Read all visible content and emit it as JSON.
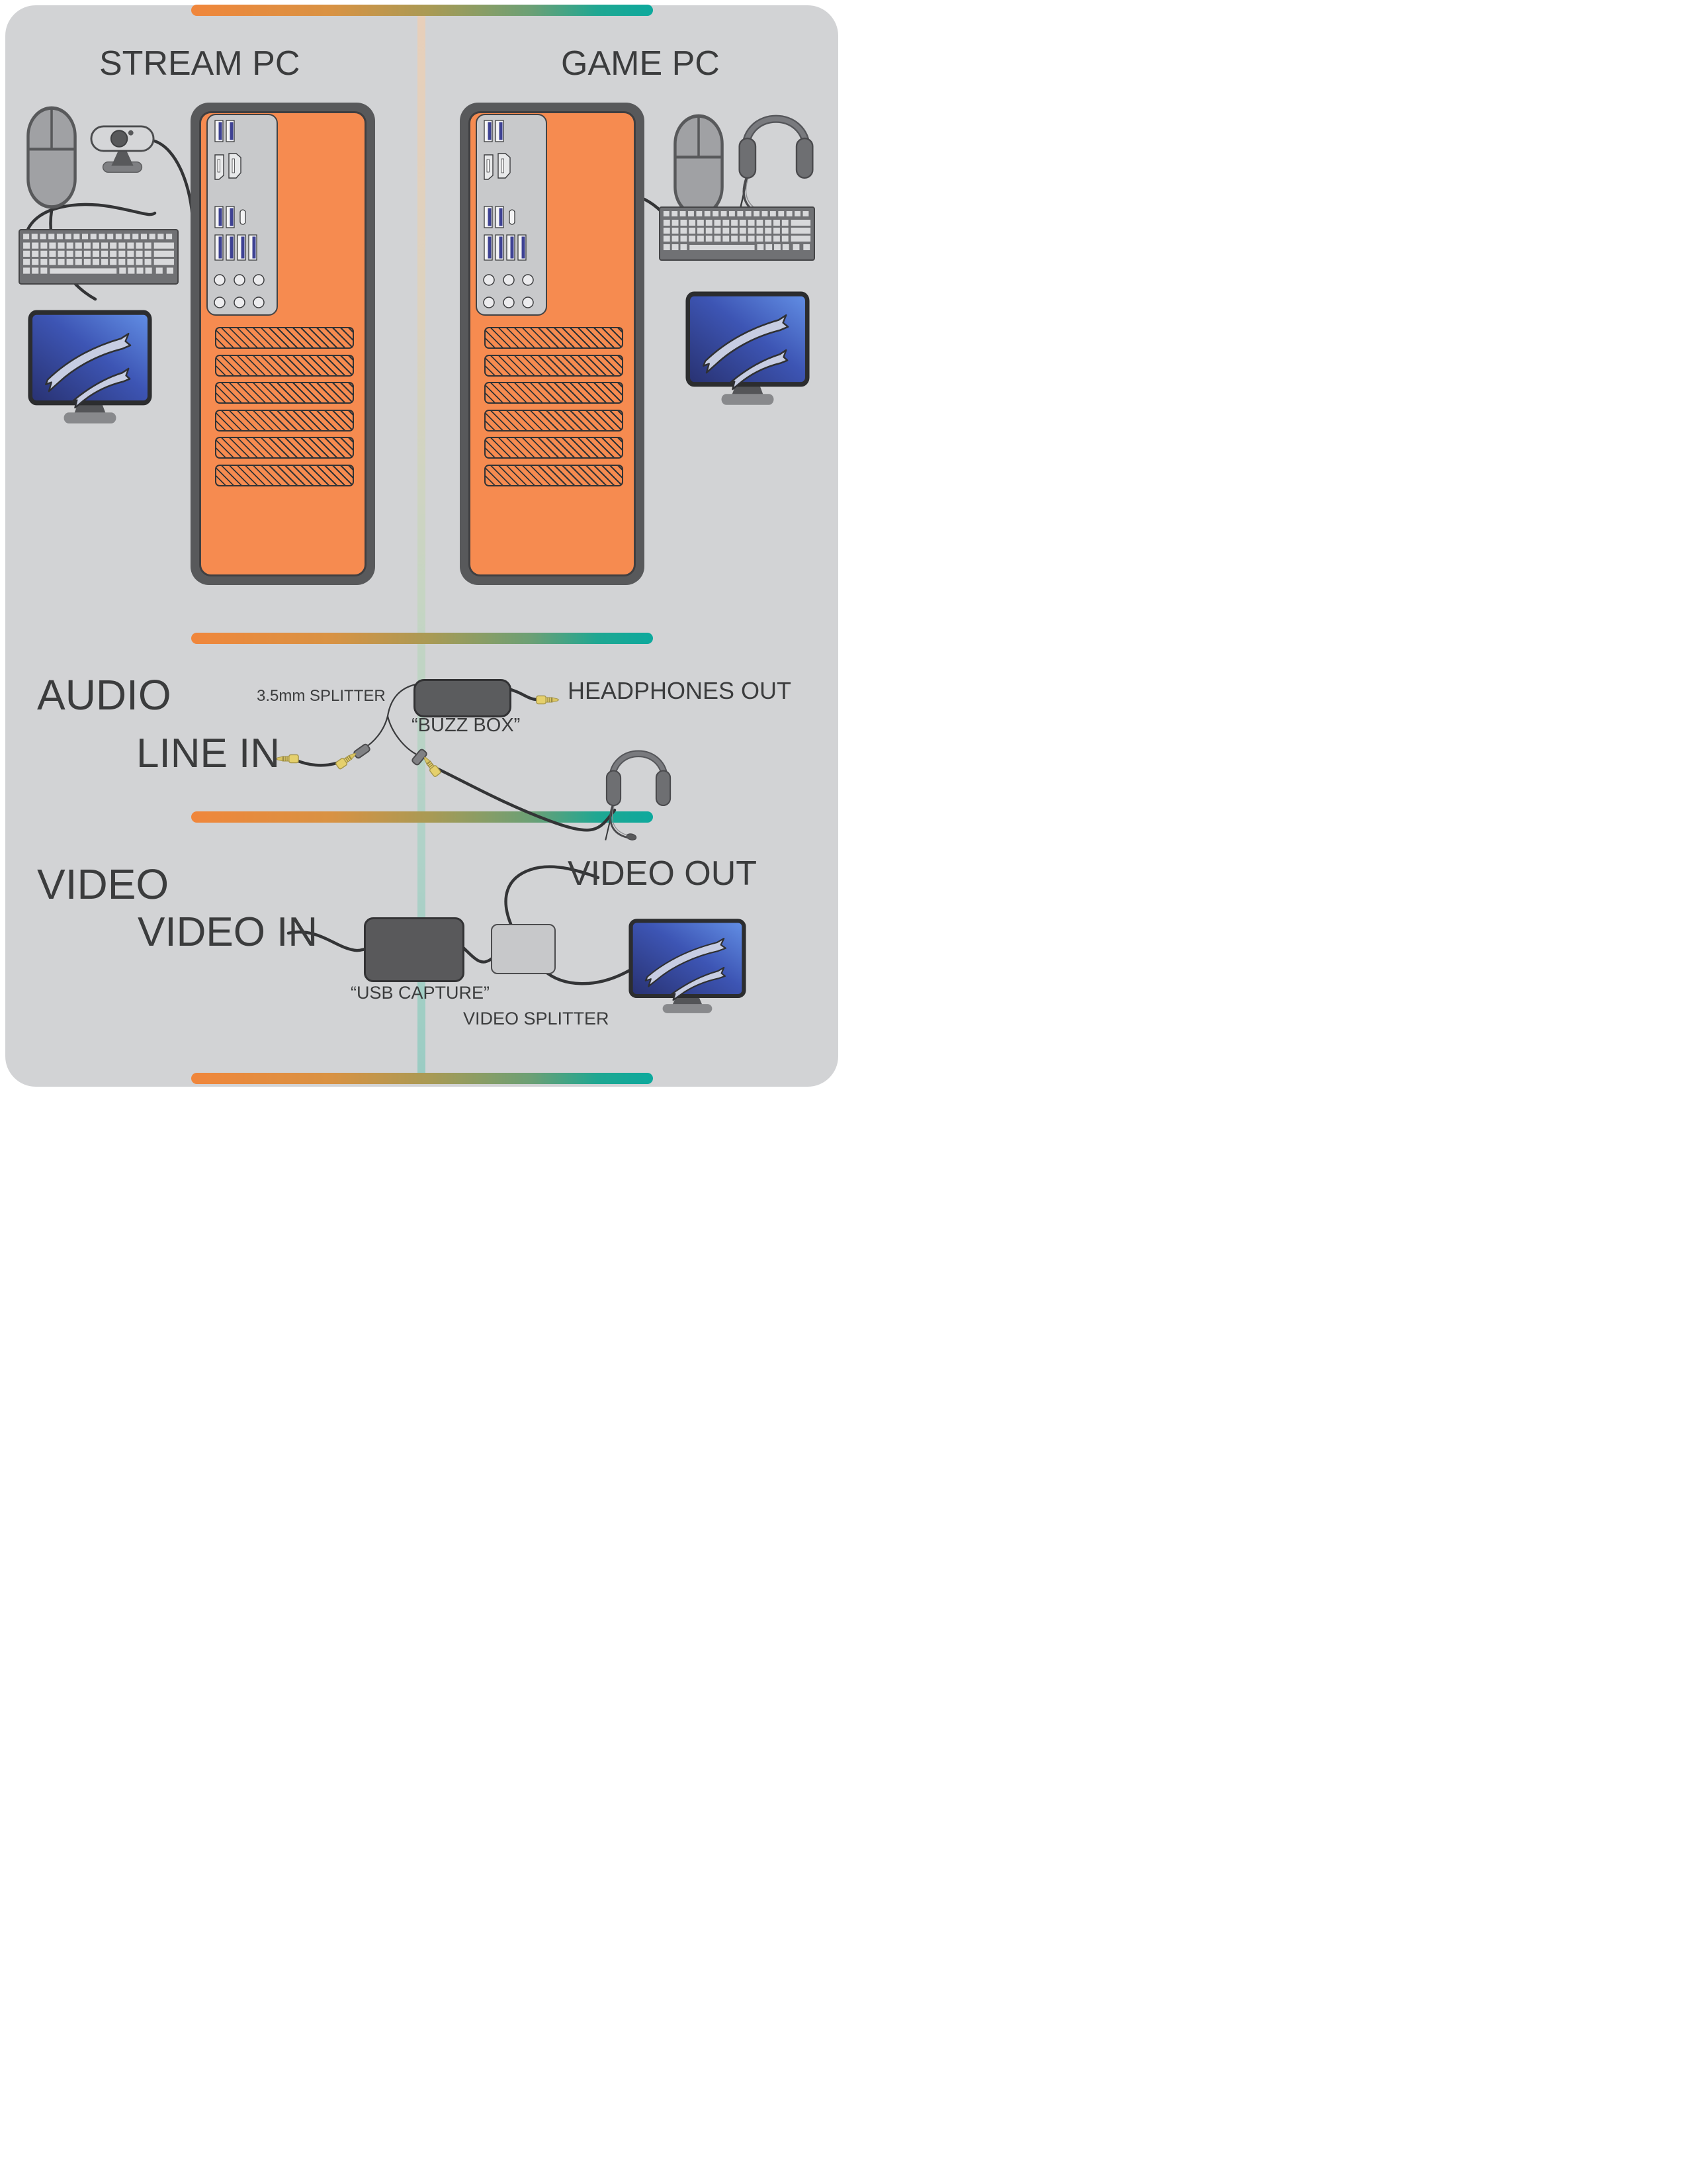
{
  "header": {
    "stream_pc": "STREAM PC",
    "game_pc": "GAME PC"
  },
  "audio": {
    "section": "AUDIO",
    "line_in": "LINE IN",
    "splitter": "3.5mm SPLITTER",
    "buzz_box": "“BUZZ BOX”",
    "headphones_out": "HEADPHONES OUT"
  },
  "video": {
    "section": "VIDEO",
    "video_in": "VIDEO IN",
    "video_out": "VIDEO OUT",
    "usb_capture": "“USB CAPTURE”",
    "video_splitter": "VIDEO SPLITTER"
  },
  "colors": {
    "background": "#ffffff",
    "canvas": "#d2d3d5",
    "text": "#3b3c3d",
    "tower_frame": "#58595b",
    "tower_body": "#f68b50",
    "io_panel": "#c8c9cb",
    "usb_blue": "#3e4294",
    "gradient_orange": "#f0863b",
    "gradient_teal": "#0da99d",
    "center_line_top": "#e8cfba",
    "center_line_bottom": "#9accc3",
    "jack_yellow": "#e5d06c",
    "box_dark": "#5b5c5e",
    "box_light": "#c7c8ca",
    "monitor_blue_dark": "#283170",
    "monitor_blue_light": "#6390e6",
    "cable": "#333436"
  },
  "icons": {
    "mouse-icon": "two-button computer mouse shape",
    "webcam-icon": "webcam pill body with lens and stand",
    "keyboard-icon": "keyboard with key grid",
    "monitor-icon": "monitor with blue screen and ribbon swoosh",
    "headset-icon": "headset with earcups and mic boom",
    "usb-port-icon": "USB-A port with blue tongue",
    "hdmi-port-icon": "HDMI connector",
    "displayport-icon": "DisplayPort connector",
    "usb-c-port-icon": "USB-C pill port",
    "audio-jack-port-icon": "round 3.5mm jack ports",
    "vent-grill-icon": "hatched vent slat",
    "jack-plug-icon": "yellow 3.5mm jack plug",
    "cable-coupler-icon": "inline cable coupler capsule"
  }
}
